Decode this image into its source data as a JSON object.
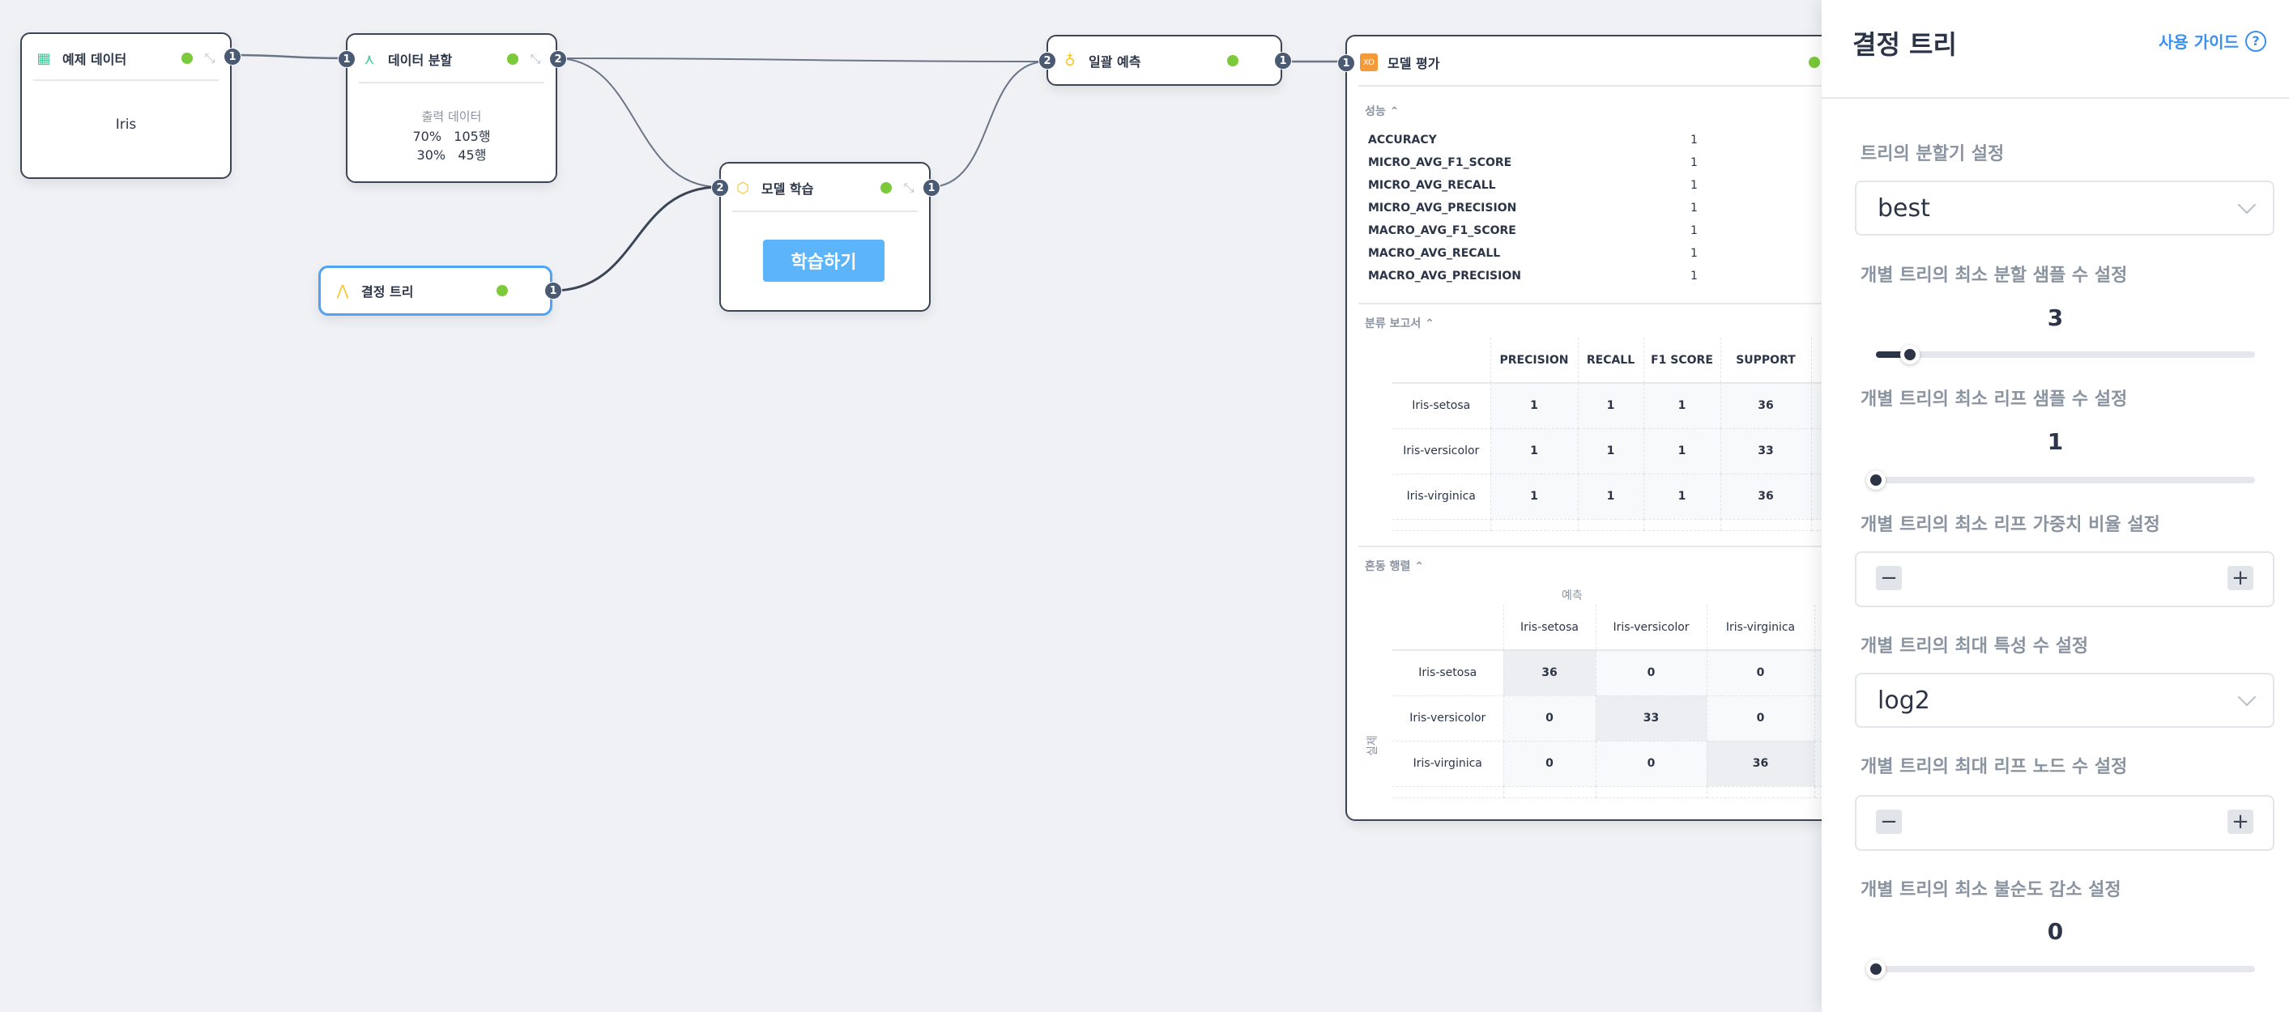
{
  "nodes": {
    "sample_data": {
      "title": "예제 데이터",
      "port_out": "1",
      "value": "Iris"
    },
    "data_split": {
      "title": "데이터 분할",
      "port_in": "1",
      "port_out": "2",
      "output_label": "출력 데이터",
      "rows": [
        {
          "pct": "70%",
          "count": "105행"
        },
        {
          "pct": "30%",
          "count": "45행"
        }
      ]
    },
    "decision_tree": {
      "title": "결정 트리",
      "port_out": "1"
    },
    "model_train": {
      "title": "모델 학습",
      "port_in": "2",
      "port_out": "1",
      "button": "학습하기"
    },
    "batch_predict": {
      "title": "일괄 예측",
      "port_in": "2",
      "port_out": "1"
    },
    "model_eval": {
      "title": "모델 평가",
      "port_in": "1",
      "performance": {
        "label": "성능",
        "metrics": [
          {
            "name": "ACCURACY",
            "value": "1"
          },
          {
            "name": "MICRO_AVG_F1_SCORE",
            "value": "1"
          },
          {
            "name": "MICRO_AVG_RECALL",
            "value": "1"
          },
          {
            "name": "MICRO_AVG_PRECISION",
            "value": "1"
          },
          {
            "name": "MACRO_AVG_F1_SCORE",
            "value": "1"
          },
          {
            "name": "MACRO_AVG_RECALL",
            "value": "1"
          },
          {
            "name": "MACRO_AVG_PRECISION",
            "value": "1"
          }
        ]
      },
      "report": {
        "label": "분류 보고서",
        "columns": [
          "PRECISION",
          "RECALL",
          "F1 SCORE",
          "SUPPORT"
        ],
        "rows": [
          {
            "name": "Iris-setosa",
            "values": [
              "1",
              "1",
              "1",
              "36"
            ]
          },
          {
            "name": "Iris-versicolor",
            "values": [
              "1",
              "1",
              "1",
              "33"
            ]
          },
          {
            "name": "Iris-virginica",
            "values": [
              "1",
              "1",
              "1",
              "36"
            ]
          }
        ]
      },
      "confusion": {
        "label": "혼동 행렬",
        "predicted_label": "예측",
        "actual_label": "실제",
        "columns": [
          "Iris-setosa",
          "Iris-versicolor",
          "Iris-virginica"
        ],
        "rows": [
          {
            "name": "Iris-setosa",
            "values": [
              "36",
              "0",
              "0"
            ]
          },
          {
            "name": "Iris-versicolor",
            "values": [
              "0",
              "33",
              "0"
            ]
          },
          {
            "name": "Iris-virginica",
            "values": [
              "0",
              "0",
              "36"
            ]
          }
        ]
      }
    }
  },
  "panel": {
    "title": "결정 트리",
    "guide": "사용 가이드",
    "splitter": {
      "label": "트리의 분할기 설정",
      "value": "best"
    },
    "min_samples_split": {
      "label": "개별 트리의 최소 분할 샘플 수 설정",
      "value": "3",
      "level": 0.09
    },
    "min_samples_leaf": {
      "label": "개별 트리의 최소 리프 샘플 수 설정",
      "value": "1",
      "level": 0
    },
    "min_weight_fraction_leaf": {
      "label": "개별 트리의 최소 리프 가중치 비율 설정",
      "minus": "−",
      "plus": "+"
    },
    "max_features": {
      "label": "개별 트리의 최대 특성 수 설정",
      "value": "log2"
    },
    "max_leaf_nodes": {
      "label": "개별 트리의 최대 리프 노드 수 설정",
      "minus": "−",
      "plus": "+"
    },
    "min_impurity_decrease": {
      "label": "개별 트리의 최소 불순도 감소 설정",
      "value": "0",
      "level": 0
    }
  },
  "colors": {
    "accent": "#5cb4fb",
    "status_ok": "#7cc93a",
    "port": "#4b5a73",
    "link": "#3d8ff0"
  }
}
